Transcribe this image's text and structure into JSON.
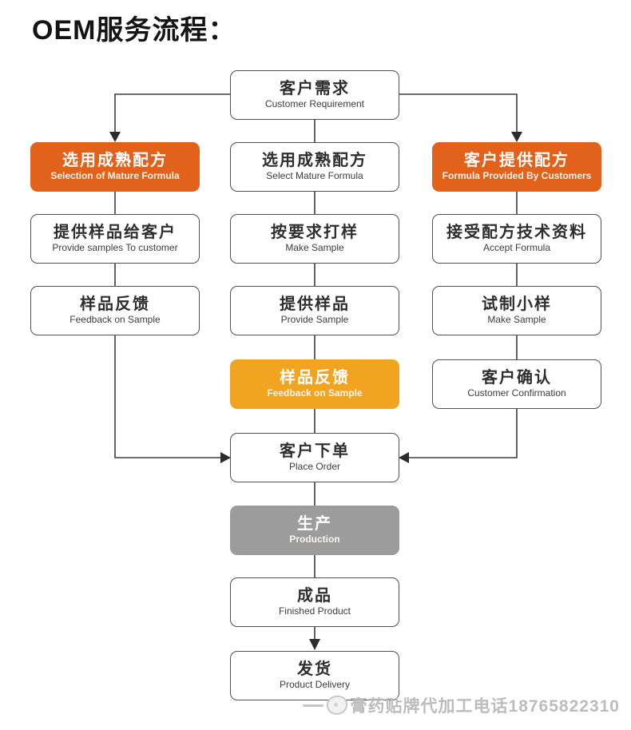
{
  "page": {
    "title": "OEM服务流程："
  },
  "colors": {
    "dark_orange": "#e2621c",
    "amber": "#f0a41f",
    "gray": "#9c9c9c",
    "box_border": "#4f4f4f",
    "line": "#3d3d3d",
    "watermark_gray": "#bcbcbc"
  },
  "nodes": {
    "customer_requirement": {
      "zh": "客户需求",
      "en": "Customer Requirement"
    },
    "selection_mature": {
      "zh": "选用成熟配方",
      "en": "Selection of Mature Formula"
    },
    "select_mature": {
      "zh": "选用成熟配方",
      "en": "Select Mature Formula"
    },
    "formula_provided": {
      "zh": "客户提供配方",
      "en": "Formula Provided By Customers"
    },
    "provide_samples_cust": {
      "zh": "提供样品给客户",
      "en": "Provide samples To customer"
    },
    "make_sample_center": {
      "zh": "按要求打样",
      "en": "Make Sample"
    },
    "accept_formula": {
      "zh": "接受配方技术资料",
      "en": "Accept Formula"
    },
    "feedback_left": {
      "zh": "样品反馈",
      "en": "Feedback on Sample"
    },
    "provide_sample": {
      "zh": "提供样品",
      "en": "Provide Sample"
    },
    "make_sample_right": {
      "zh": "试制小样",
      "en": "Make Sample"
    },
    "feedback_center": {
      "zh": "样品反馈",
      "en": "Feedback on Sample"
    },
    "customer_confirmation": {
      "zh": "客户确认",
      "en": "Customer Confirmation"
    },
    "place_order": {
      "zh": "客户下单",
      "en": "Place Order"
    },
    "production": {
      "zh": "生产",
      "en": "Production"
    },
    "finished_product": {
      "zh": "成品",
      "en": "Finished Product"
    },
    "product_delivery": {
      "zh": "发货",
      "en": "Product Delivery"
    }
  },
  "watermark": {
    "text": "膏药贴牌代加工电话18765822310"
  }
}
